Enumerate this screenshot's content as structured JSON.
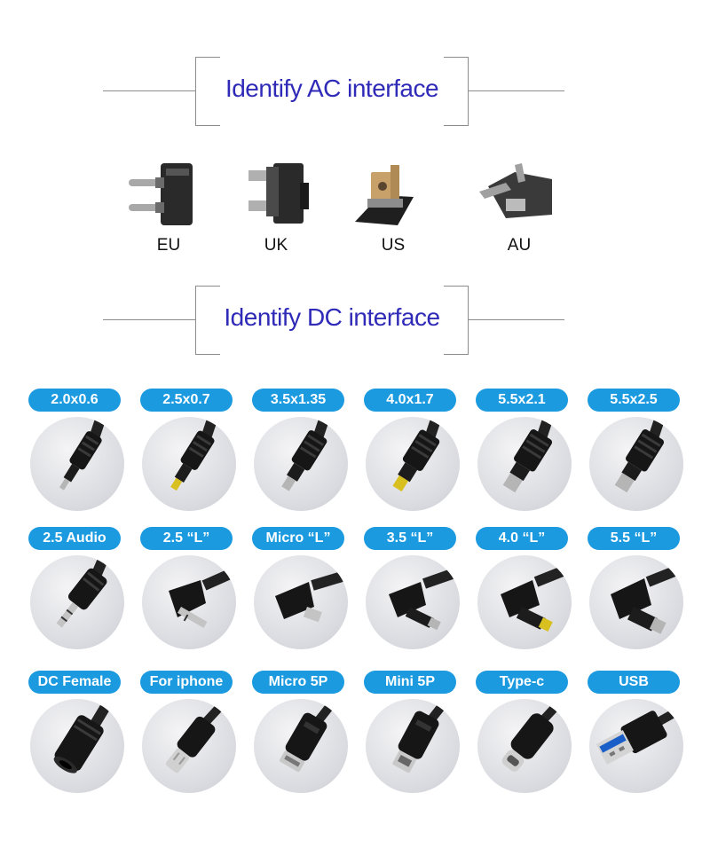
{
  "ac_section": {
    "title": "Identify AC interface",
    "plugs": [
      {
        "label": "EU",
        "icon": "eu-plug-icon"
      },
      {
        "label": "UK",
        "icon": "uk-plug-icon"
      },
      {
        "label": "US",
        "icon": "us-plug-icon"
      },
      {
        "label": "AU",
        "icon": "au-plug-icon"
      }
    ]
  },
  "dc_section": {
    "title": "Identify DC interface",
    "badge_color": "#1b9ae0",
    "connectors": [
      {
        "label": "2.0x0.6",
        "icon": "barrel-plug-icon"
      },
      {
        "label": "2.5x0.7",
        "icon": "barrel-plug-icon"
      },
      {
        "label": "3.5x1.35",
        "icon": "barrel-plug-icon"
      },
      {
        "label": "4.0x1.7",
        "icon": "barrel-plug-icon"
      },
      {
        "label": "5.5x2.1",
        "icon": "barrel-plug-icon"
      },
      {
        "label": "5.5x2.5",
        "icon": "barrel-plug-icon"
      },
      {
        "label": "2.5 Audio",
        "icon": "audio-plug-icon"
      },
      {
        "label": "2.5 “L”",
        "icon": "angled-plug-icon"
      },
      {
        "label": "Micro “L”",
        "icon": "angled-micro-usb-icon"
      },
      {
        "label": "3.5 “L”",
        "icon": "angled-plug-icon"
      },
      {
        "label": "4.0 “L”",
        "icon": "angled-plug-icon"
      },
      {
        "label": "5.5 “L”",
        "icon": "angled-plug-icon"
      },
      {
        "label": "DC Female",
        "icon": "dc-female-jack-icon"
      },
      {
        "label": "For iphone",
        "icon": "lightning-plug-icon"
      },
      {
        "label": "Micro 5P",
        "icon": "micro-usb-plug-icon"
      },
      {
        "label": "Mini 5P",
        "icon": "mini-usb-plug-icon"
      },
      {
        "label": "Type-c",
        "icon": "usb-c-plug-icon"
      },
      {
        "label": "USB",
        "icon": "usb-a-plug-icon"
      }
    ]
  }
}
